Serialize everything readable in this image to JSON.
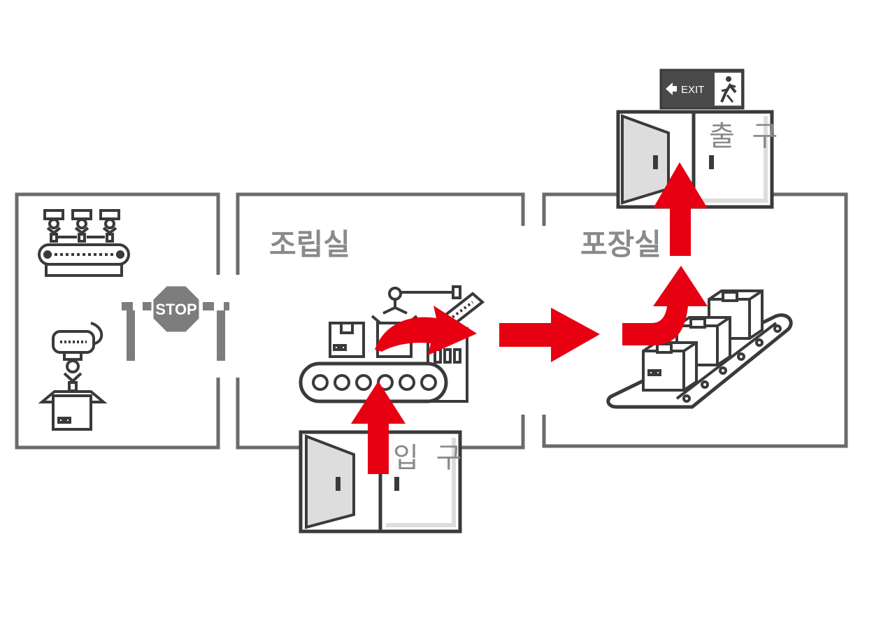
{
  "rooms": {
    "assembly": {
      "label": "조립실"
    },
    "packaging": {
      "label": "포장실"
    }
  },
  "doors": {
    "entrance": {
      "label": "입 구"
    },
    "exit": {
      "label": "출 구"
    }
  },
  "signs": {
    "stop": "STOP",
    "exit": "EXIT"
  },
  "colors": {
    "wall": "#6b6b6b",
    "icon": "#3a3a3a",
    "arrow": "#e60012",
    "label": "#8a8a8a"
  },
  "icons": [
    "robot-arm-conveyor-icon",
    "robot-packing-box-icon",
    "stop-barrier-icon",
    "assembly-machine-icon",
    "packaging-conveyor-icon",
    "entrance-door-icon",
    "exit-door-icon",
    "exit-sign-icon"
  ]
}
